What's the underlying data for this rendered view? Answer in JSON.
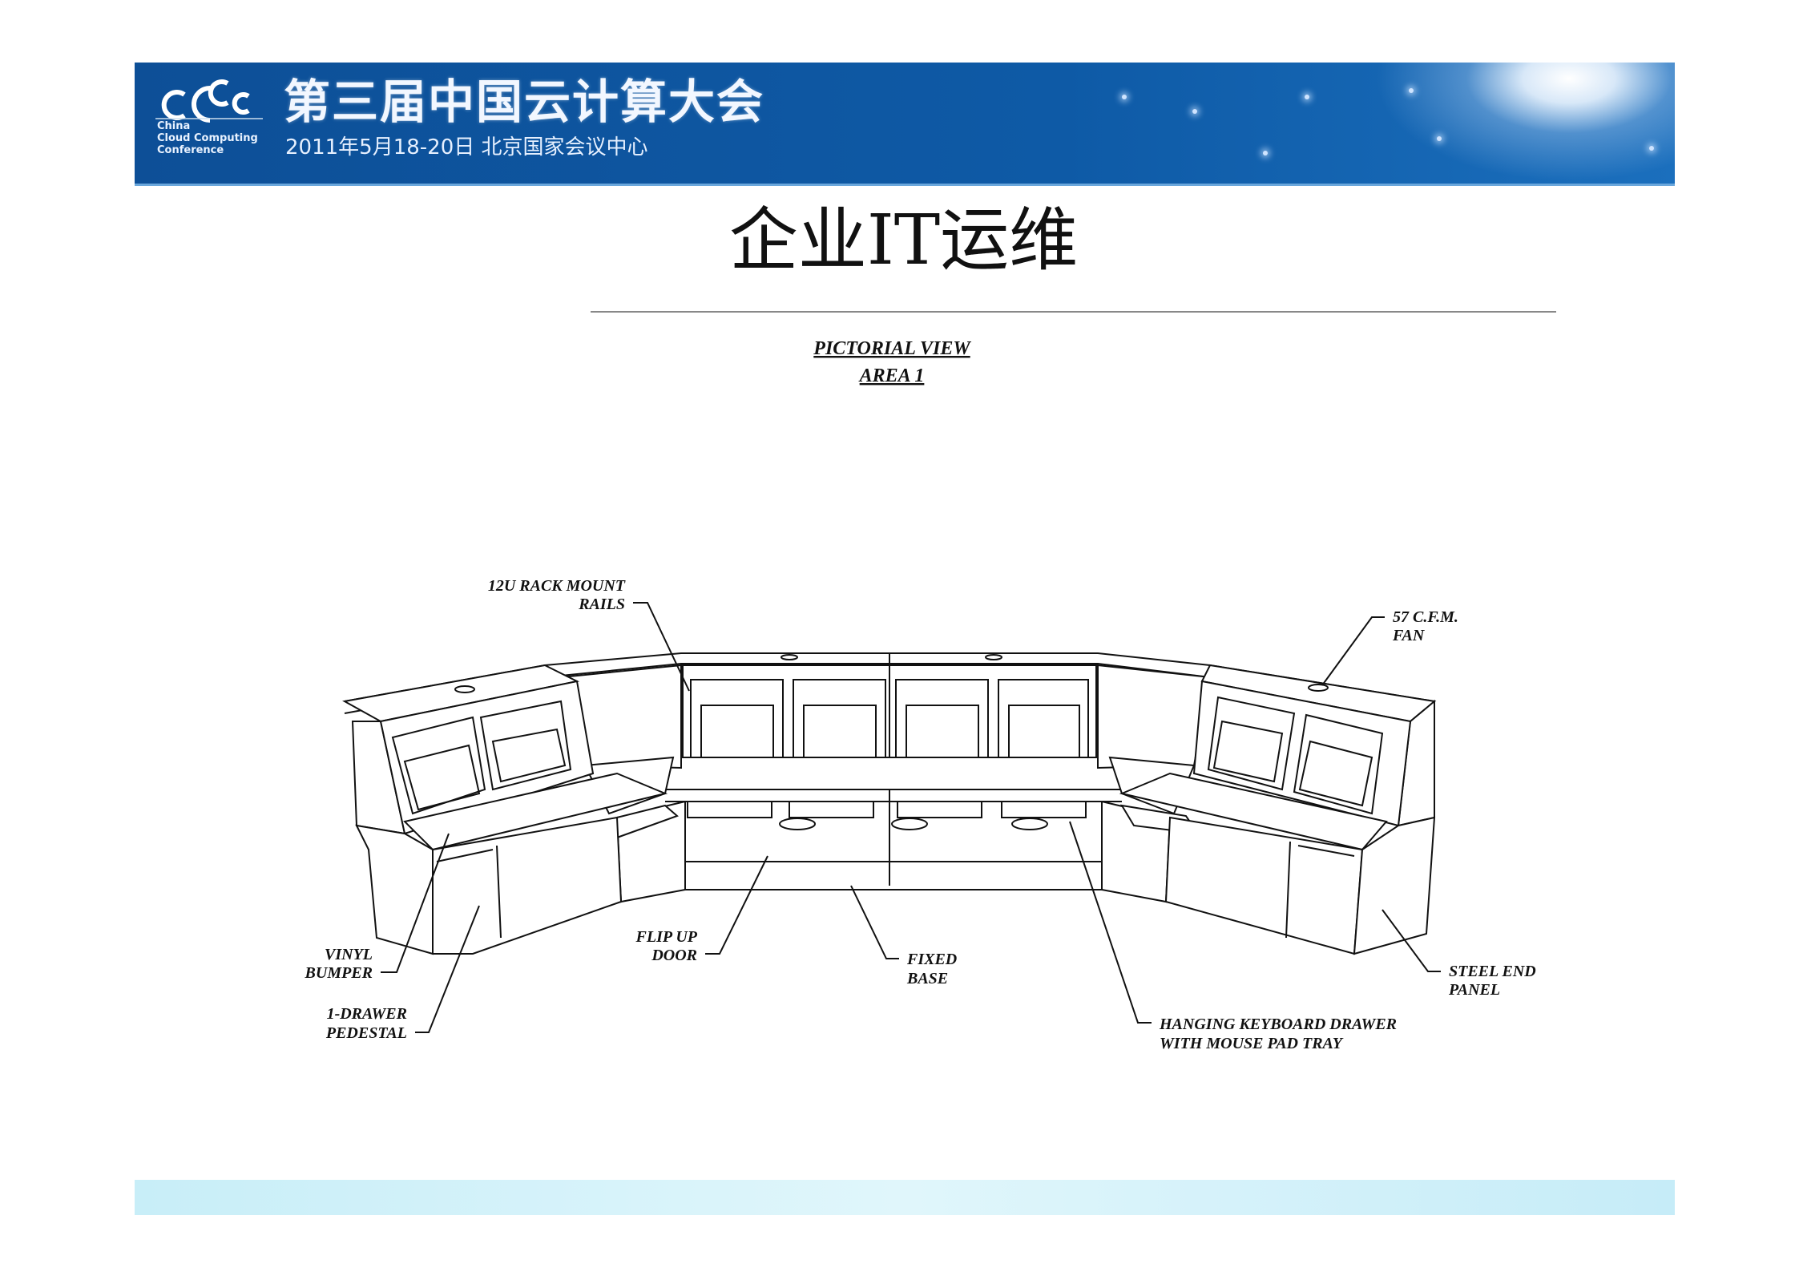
{
  "banner": {
    "logo_letters": "CCCC",
    "logo_text": [
      "China",
      "Cloud Computing",
      "Conference"
    ],
    "title": "第三届中国云计算大会",
    "subtitle": "2011年5月18-20日 北京国家会议中心",
    "colors": {
      "background": "#0e5aa6",
      "text": "#f2f7ff"
    }
  },
  "slide": {
    "title": "企业IT运维"
  },
  "drawing": {
    "heading": "PICTORIAL VIEW",
    "subheading": "AREA 1",
    "labels": {
      "rack_rails": [
        "12U RACK MOUNT",
        "RAILS"
      ],
      "fan": [
        "57 C.F.M.",
        "FAN"
      ],
      "vinyl_bumper": [
        "VINYL",
        "BUMPER"
      ],
      "pedestal": [
        "1-DRAWER",
        "PEDESTAL"
      ],
      "flip_up_door": [
        "FLIP UP",
        "DOOR"
      ],
      "fixed_base": [
        "FIXED",
        "BASE"
      ],
      "keyboard_drawer": [
        "HANGING KEYBOARD DRAWER",
        "WITH MOUSE PAD TRAY"
      ],
      "steel_end_panel": [
        "STEEL END",
        "PANEL"
      ]
    }
  }
}
